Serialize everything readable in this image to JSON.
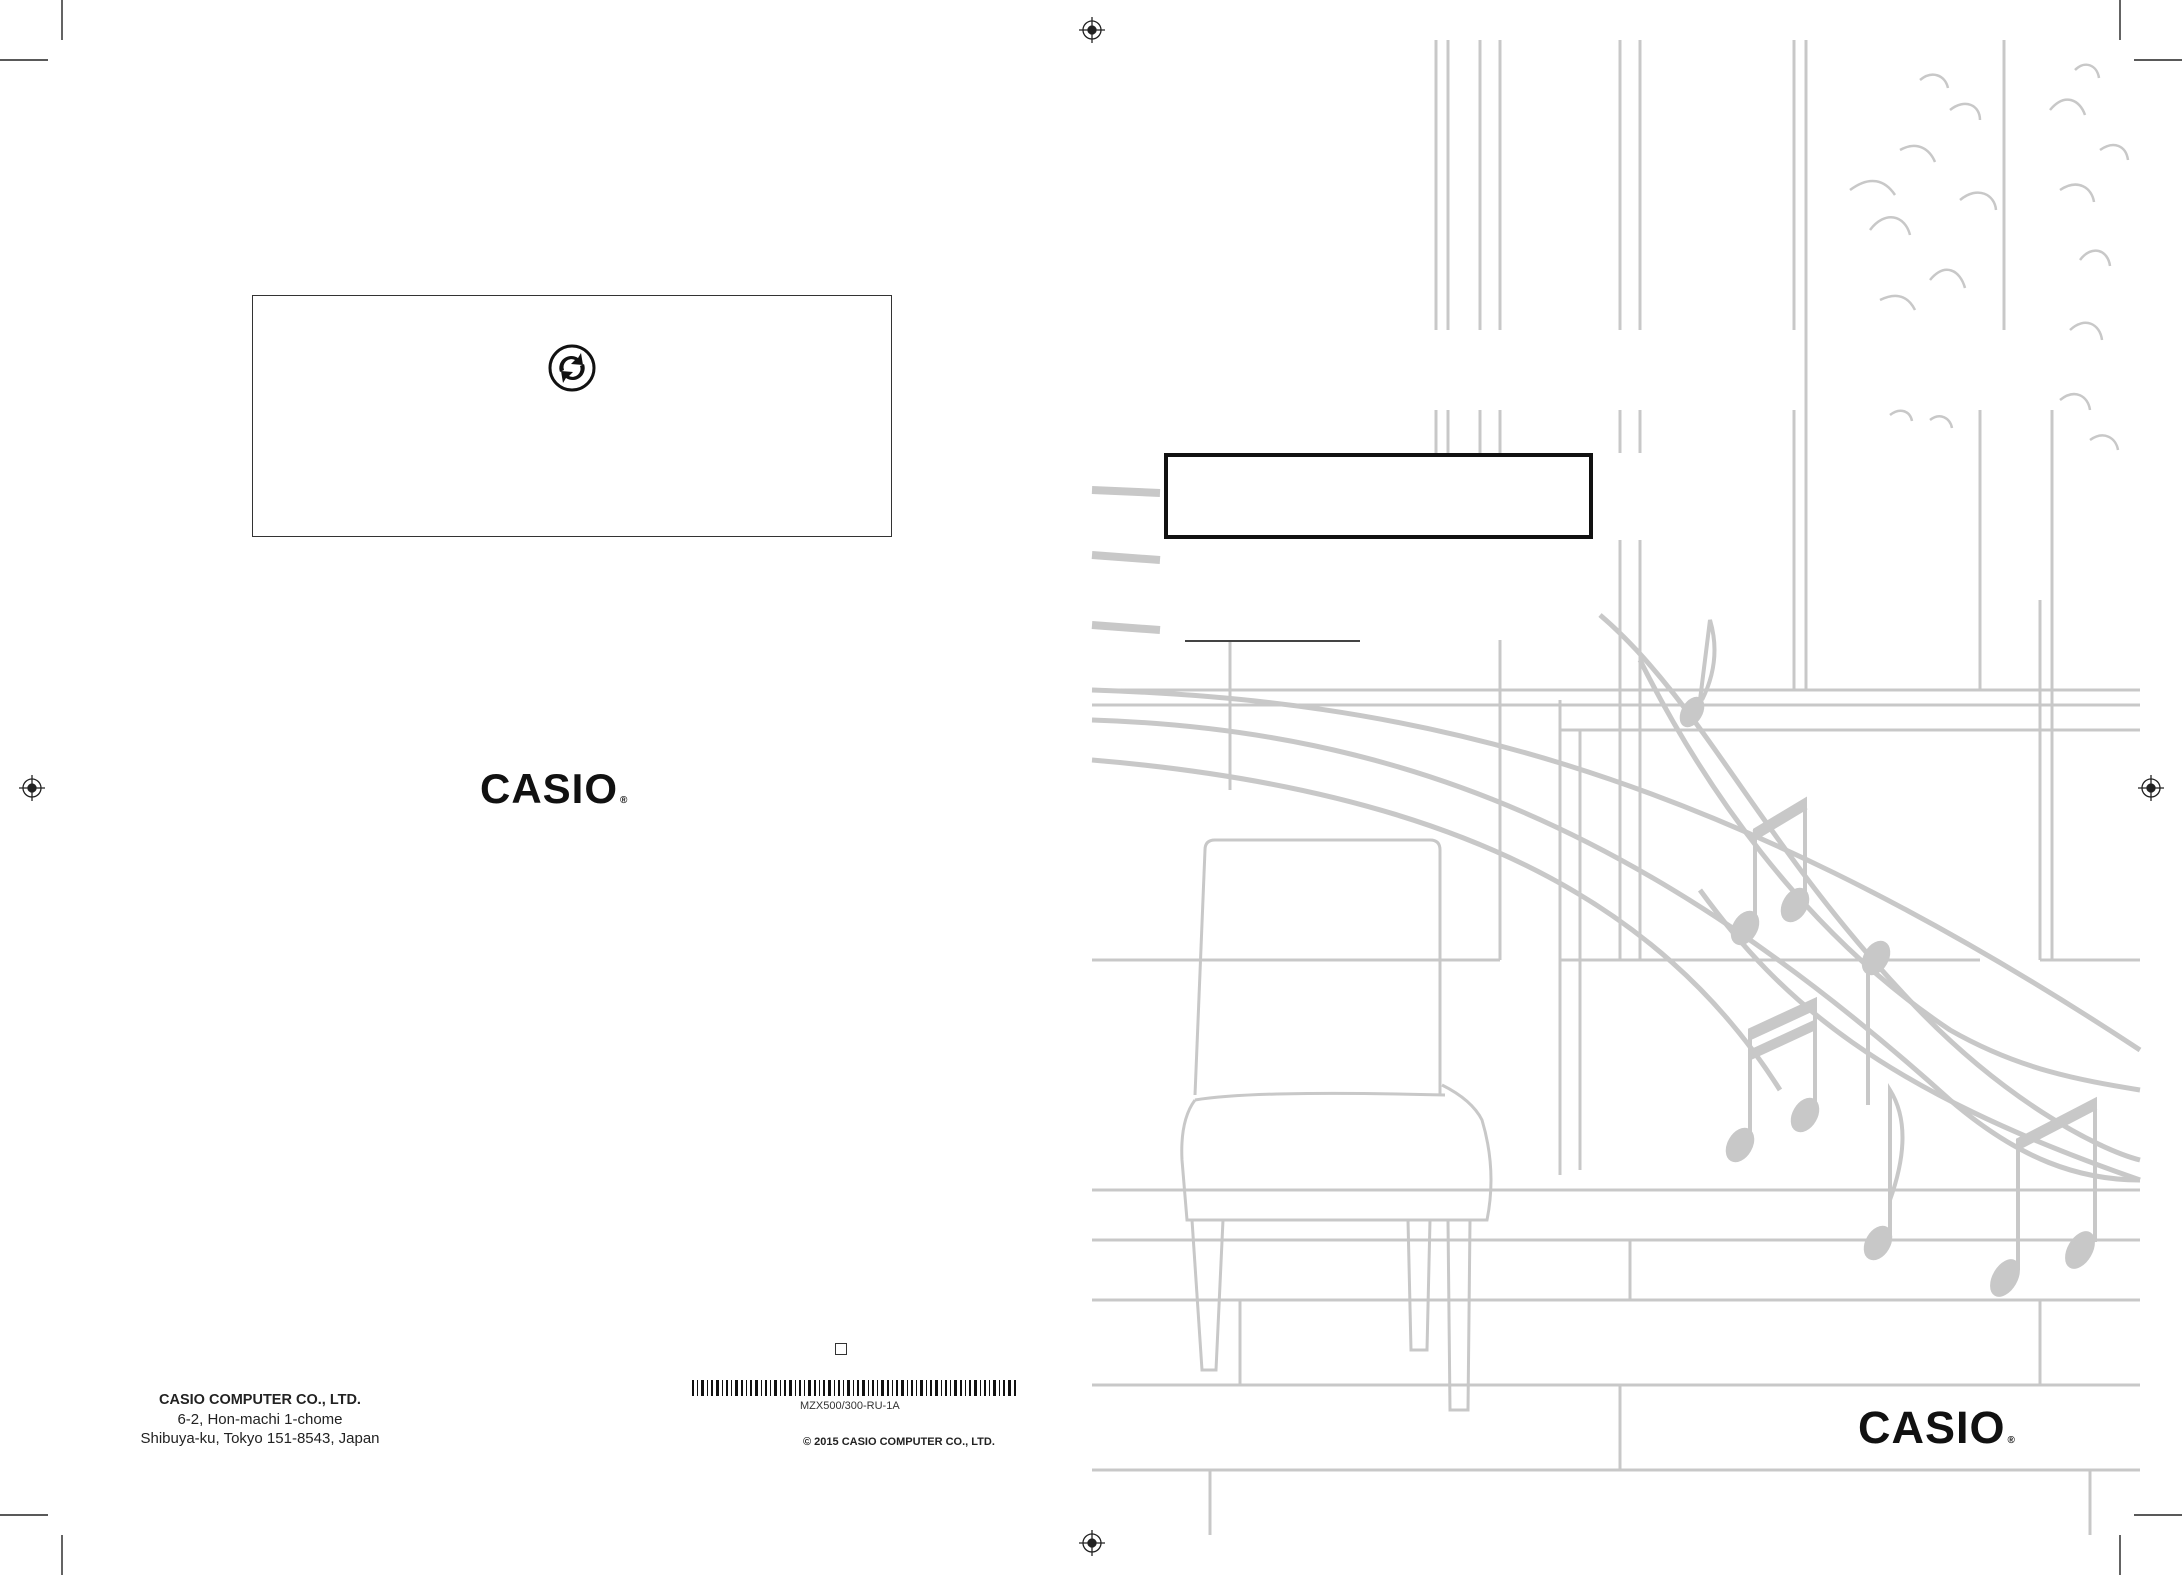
{
  "back_cover": {
    "logo": "CASIO",
    "logo_mark": "®",
    "company": {
      "name": "CASIO COMPUTER CO., LTD.",
      "address_line1": "6-2, Hon-machi 1-chome",
      "address_line2": "Shibuya-ku, Tokyo 151-8543, Japan"
    },
    "manual_code": "MZX500/300-RU-1A",
    "copyright": "© 2015 CASIO COMPUTER CO., LTD."
  },
  "front_cover": {
    "logo": "CASIO",
    "logo_mark": "®"
  },
  "icons": {
    "recycle": "green-dot-recycle-icon",
    "registration": "registration-target-icon"
  },
  "colors": {
    "illustration": "#c8c8c8",
    "ink": "#111111"
  }
}
